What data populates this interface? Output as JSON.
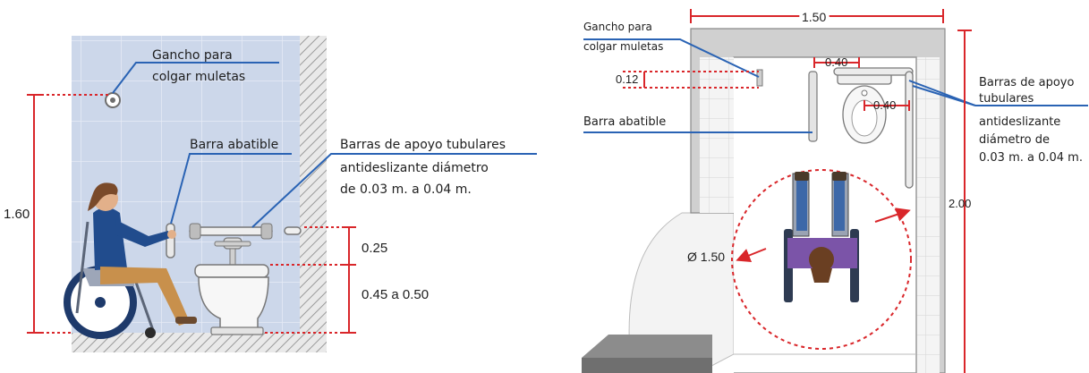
{
  "left_panel": {
    "label_hook_line1": "Gancho para",
    "label_hook_line2": "colgar muletas",
    "label_folding_bar": "Barra abatible",
    "label_bars_line1": "Barras de apoyo tubulares",
    "label_bars_line2": "antideslizante diámetro",
    "label_bars_line3": "de 0.03 m. a 0.04 m.",
    "dim_hook_height": "1.60",
    "dim_bar_to_seat": "0.25",
    "dim_seat_height": "0.45 a 0.50"
  },
  "right_panel": {
    "label_hook_line1": "Gancho para",
    "label_hook_line2": "colgar muletas",
    "label_folding_bar": "Barra abatible",
    "label_bars_line1": "Barras de apoyo",
    "label_bars_line2": "tubulares",
    "label_bars_line3": "antideslizante",
    "label_bars_line4": "diámetro de",
    "label_bars_line5": "0.03 m. a 0.04 m.",
    "dim_width": "1.50",
    "dim_depth": "2.00",
    "dim_hook_offset": "0.12",
    "dim_bar_offset_top": "0.40",
    "dim_bar_offset_side": "0.40",
    "dim_turn_diameter": "Ø 1.50"
  },
  "colors": {
    "leader_line": "#2a63b4",
    "dimension": "#d9262a",
    "tile_bg": "#ccd7ea",
    "wall": "#c9c9c9"
  }
}
